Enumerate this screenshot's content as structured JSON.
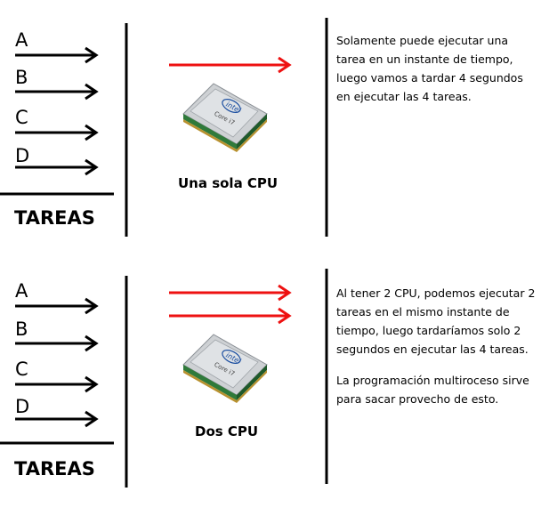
{
  "colors": {
    "task_arrow": "#000000",
    "cpu_arrow": "#ee1111",
    "divider": "#000000"
  },
  "panels": [
    {
      "tasks": [
        "A",
        "B",
        "C",
        "D"
      ],
      "tasks_heading": "TAREAS",
      "cpu_caption": "Una sola CPU",
      "cpu_count": 1,
      "chip_icon": "intel-core-i7-cpu-icon",
      "chip_brand": "intel",
      "chip_model": "Core i7",
      "description": [
        "Solamente puede ejecutar una tarea en un instante de tiempo, luego vamos a tardar 4 segundos en ejecutar las 4 tareas."
      ]
    },
    {
      "tasks": [
        "A",
        "B",
        "C",
        "D"
      ],
      "tasks_heading": "TAREAS",
      "cpu_caption": "Dos CPU",
      "cpu_count": 2,
      "chip_icon": "intel-core-i7-cpu-icon",
      "chip_brand": "intel",
      "chip_model": "Core i7",
      "description": [
        "Al tener 2 CPU, podemos ejecutar 2 tareas en el mismo instante de tiempo, luego tardaríamos solo 2 segundos en ejecutar las 4 tareas.",
        "La programación multiroceso sirve para sacar provecho de esto."
      ]
    }
  ]
}
